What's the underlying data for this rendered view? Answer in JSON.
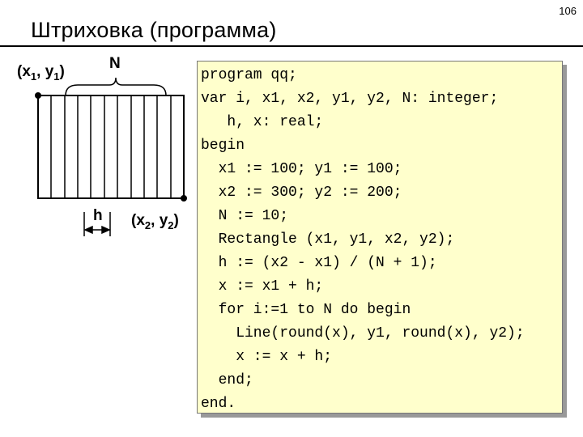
{
  "page": {
    "number": "106",
    "title": "Штриховка (программа)"
  },
  "figure": {
    "label_top_left": {
      "main": "(x",
      "sub1": "1",
      "mid": ", y",
      "sub2": "1",
      "end": ")"
    },
    "label_n": "N",
    "label_h": "h",
    "label_bottom_right": {
      "main": "(x",
      "sub1": "2",
      "mid": ", y",
      "sub2": "2",
      "end": ")"
    },
    "divisions": 10
  },
  "code": {
    "lines": [
      "program qq;",
      "var i, x1, x2, y1, y2, N: integer;",
      "   h, x: real;",
      "begin",
      "  x1 := 100; y1 := 100;",
      "  x2 := 300; y2 := 200;",
      "  N := 10;",
      "  Rectangle (x1, y1, x2, y2);",
      "  h := (x2 - x1) / (N + 1);",
      "  x := x1 + h;",
      "  for i:=1 to N do begin",
      "    Line(round(x), y1, round(x), y2);",
      "    x := x + h;",
      "  end;",
      "end."
    ]
  }
}
